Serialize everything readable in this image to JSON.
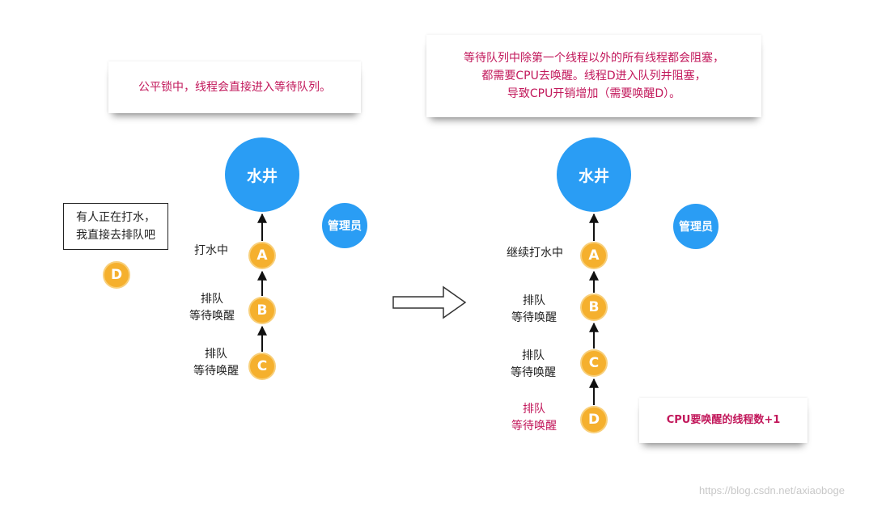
{
  "left_panel": {
    "note_text": "公平锁中，线程会直接进入等待队列。",
    "speech_lines": [
      "有人正在打水，",
      "我直接去排队吧"
    ],
    "waiting_node": "D",
    "well_label": "水井",
    "manager_label": "管理员",
    "chain": [
      {
        "node": "A",
        "label_lines": [
          "打水中"
        ]
      },
      {
        "node": "B",
        "label_lines": [
          "排队",
          "等待唤醒"
        ]
      },
      {
        "node": "C",
        "label_lines": [
          "排队",
          "等待唤醒"
        ]
      }
    ]
  },
  "right_panel": {
    "note_lines": [
      "等待队列中除第一个线程以外的所有线程都会阻塞，",
      "都需要CPU去唤醒。线程D进入队列并阻塞，",
      "导致CPU开销增加（需要唤醒D）。"
    ],
    "well_label": "水井",
    "manager_label": "管理员",
    "chain": [
      {
        "node": "A",
        "label_lines": [
          "继续打水中"
        ]
      },
      {
        "node": "B",
        "label_lines": [
          "排队",
          "等待唤醒"
        ]
      },
      {
        "node": "C",
        "label_lines": [
          "排队",
          "等待唤醒"
        ]
      },
      {
        "node": "D",
        "label_lines": [
          "排队",
          "等待唤醒"
        ]
      }
    ],
    "cpu_note": "CPU要唤醒的线程数+1"
  },
  "watermark": "https://blog.csdn.net/axiaoboge",
  "colors": {
    "well_blue": "#2a9df4",
    "node_orange": "#f5b02e",
    "note_pink": "#c2185b"
  }
}
